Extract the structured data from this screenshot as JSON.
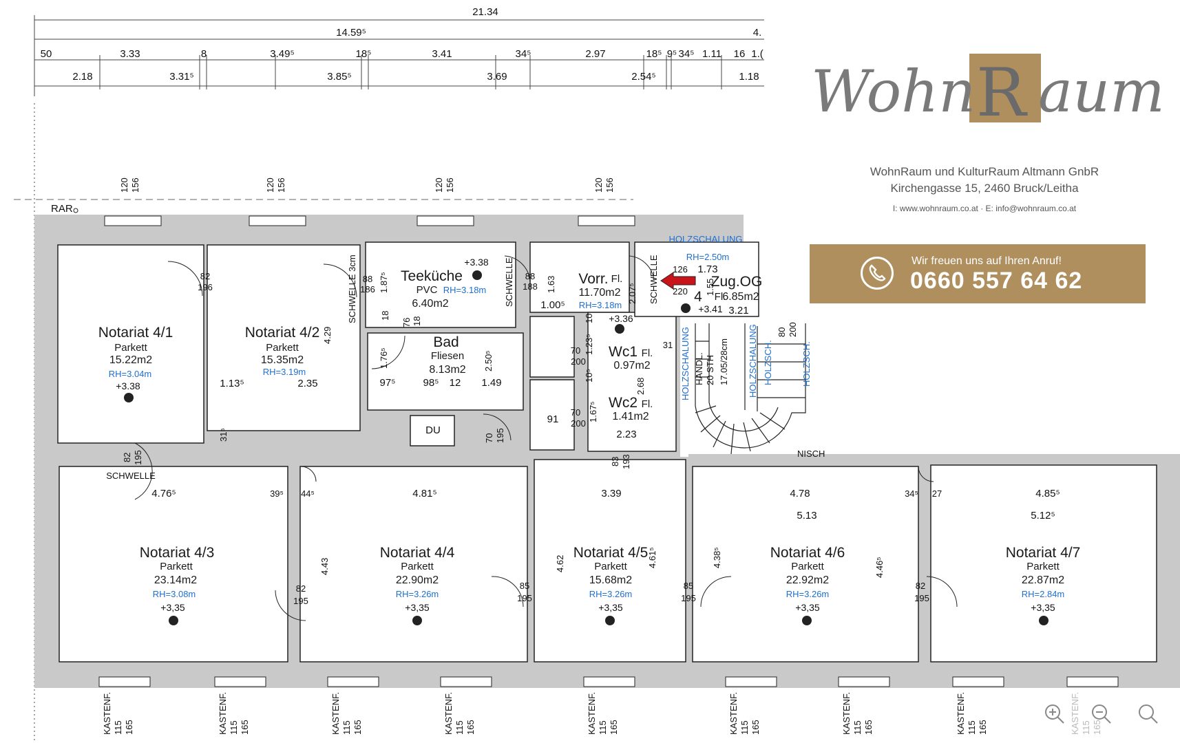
{
  "top_dims": {
    "row1": [
      "21.34"
    ],
    "row2": [
      "14.59⁵",
      "4."
    ],
    "row3": [
      "50",
      "3.33",
      "8",
      "3.49⁵",
      "18⁵",
      "3.41",
      "34⁵",
      "2.97",
      "18⁵",
      "9⁵",
      "34⁵",
      "1.11",
      "16",
      "1.("
    ],
    "row4": [
      "2.18",
      "3.31⁵",
      "3.85⁵",
      "3.69",
      "2.54⁵",
      "1.18"
    ]
  },
  "window_dims": [
    [
      "120",
      "156"
    ],
    [
      "120",
      "156"
    ],
    [
      "120",
      "156"
    ],
    [
      "120",
      "156"
    ]
  ],
  "rar": "RAR",
  "rooms": {
    "r41": {
      "name": "Notariat 4/1",
      "floor": "Parkett",
      "area": "15.22m2",
      "rh": "RH=3.04m",
      "level": "+3.38"
    },
    "r42": {
      "name": "Notariat 4/2",
      "floor": "Parkett",
      "area": "15.35m2",
      "rh": "RH=3.19m"
    },
    "teekueche": {
      "name": "Teeküche",
      "floor": "PVC",
      "rh": "RH=3.18m",
      "area": "6.40m2",
      "level": "+3.38"
    },
    "bad": {
      "name": "Bad",
      "floor": "Fliesen",
      "area": "8.13m2"
    },
    "vorr": {
      "name": "Vorr.",
      "floor": "Fl.",
      "area": "11.70m2",
      "rh": "RH=3.18m",
      "level": "+3.36"
    },
    "wc1": {
      "name": "Wc1",
      "floor": "Fl.",
      "area": "0.97m2"
    },
    "wc2": {
      "name": "Wc2",
      "floor": "Fl.",
      "area": "1.41m2"
    },
    "zug": {
      "name": "Zug.OG",
      "floor": "Fl.",
      "area": "6.85m2",
      "rh": "RH=2.50m",
      "level": "+3.41"
    },
    "r43": {
      "name": "Notariat 4/3",
      "floor": "Parkett",
      "area": "23.14m2",
      "rh": "RH=3.08m",
      "level": "+3,35"
    },
    "r44": {
      "name": "Notariat 4/4",
      "floor": "Parkett",
      "area": "22.90m2",
      "rh": "RH=3.26m",
      "level": "+3,35"
    },
    "r45": {
      "name": "Notariat 4/5",
      "floor": "Parkett",
      "area": "15.68m2",
      "rh": "RH=3.26m",
      "level": "+3,35"
    },
    "r46": {
      "name": "Notariat 4/6",
      "floor": "Parkett",
      "area": "22.92m2",
      "rh": "RH=3.26m",
      "level": "+3,35"
    },
    "r47": {
      "name": "Notariat 4/7",
      "floor": "Parkett",
      "area": "22.87m2",
      "rh": "RH=2.84m",
      "level": "+3,35"
    }
  },
  "inner_dims": {
    "d82_196": [
      "82",
      "196"
    ],
    "d88_186": [
      "88",
      "186"
    ],
    "d88_188": [
      "88",
      "188"
    ],
    "r42_h": "4.29",
    "r42_w1": "1.13⁵",
    "r42_w2": "2.35",
    "r42_31": "31⁵",
    "tk_187": "1.87⁵",
    "tk_18": "18",
    "tk_76": "76",
    "tk_18b": "18",
    "vorr_163": "1.63",
    "vorr_100": "1.00⁵",
    "bad_176": "1.76⁵",
    "bad_250": "2.50⁵",
    "bad_97": "97⁵",
    "bad_98": "98⁵",
    "bad_12": "12",
    "bad_149": "1.49",
    "du": "DU",
    "d70_195": [
      "70",
      "195"
    ],
    "wc_10": "10",
    "wc_123": "1.23⁵",
    "wc_70_200a": [
      "70",
      "200"
    ],
    "wc_10b": "10⁵",
    "wc_70_200b": [
      "70",
      "200"
    ],
    "wc_91": "91",
    "wc_167": "1.67⁵",
    "v_207": "2.07⁵",
    "v_268": "2.68",
    "v_223": "2.23",
    "v_31": "31",
    "v_83_193": [
      "83",
      "193"
    ],
    "zug_126": "126",
    "zug_173": "1.73",
    "zug_220": "220",
    "zug_4": "4",
    "zug_155": "1.55",
    "zug_321": "3.21",
    "stair_1": "HANDL.",
    "stair_2": "20 STH",
    "stair_3": "17.05/28cm",
    "stair_80": "80",
    "stair_200": "200",
    "nisch": "NISCH",
    "d82_195": [
      "82",
      "195"
    ],
    "schwelle_a": "SCHWELLE",
    "schwelle_3cm": "SCHWELLE 3cm",
    "schwelle_b": "SCHWELLE",
    "schwelle_c": "SCHWELLE",
    "holz_top": "HOLZSCHALUNG",
    "holz_1": "HOLZSCHALUNG",
    "holz_2": "HOLZSCHALUNG",
    "holz_3": "HOLZSCH.",
    "holz_4": "HOLZSCH."
  },
  "lower_dims": {
    "r43_w": "4.76⁵",
    "r43_39": "39⁵",
    "r44_44": "44⁵",
    "r44_w": "4.81⁵",
    "r44_h": "4.43",
    "r45_w": "3.39",
    "r45_h1": "4.62",
    "r45_h2": "4.61⁵",
    "r46_w1": "4.78",
    "r46_w2": "5.13",
    "r46_34": "34⁵",
    "r46_h1": "4.38⁵",
    "r46_h2": "4.46⁵",
    "r47_27": "27",
    "r47_w1": "4.85⁵",
    "r47_w2": "5.12⁵",
    "door1": [
      "82",
      "195"
    ],
    "door2": [
      "85",
      "195"
    ],
    "door3": [
      "85",
      "195"
    ],
    "door4": [
      "82",
      "195"
    ]
  },
  "bottom_windows": [
    [
      "KASTENF.",
      "115",
      "165"
    ],
    [
      "KASTENF.",
      "115",
      "165"
    ],
    [
      "KASTENF.",
      "115",
      "165"
    ],
    [
      "KASTENF.",
      "115",
      "165"
    ],
    [
      "KASTENF.",
      "115",
      "165"
    ],
    [
      "KASTENF.",
      "115",
      "165"
    ],
    [
      "KASTENF.",
      "115",
      "165"
    ],
    [
      "KASTENF.",
      "115",
      "165"
    ],
    [
      "KASTENF.",
      "115",
      "165"
    ]
  ],
  "brand": {
    "logo_left": "Wohn",
    "logo_R": "R",
    "logo_right": "aum",
    "company_line1": "WohnRaum und KulturRaum Altmann GnbR",
    "company_line2": "Kirchengasse 15, 2460 Bruck/Leitha",
    "contact": "I: www.wohnraum.co.at  ·  E: info@wohnraum.co.at",
    "call_pre": "Wir freuen uns auf Ihren Anruf!",
    "call_number": "0660 557 64 62",
    "accent": "#b08f5e"
  },
  "viewer": {
    "zoom_in_icon": "zoom-in-icon",
    "zoom_out_icon": "zoom-out-icon",
    "search_icon": "search-icon"
  }
}
